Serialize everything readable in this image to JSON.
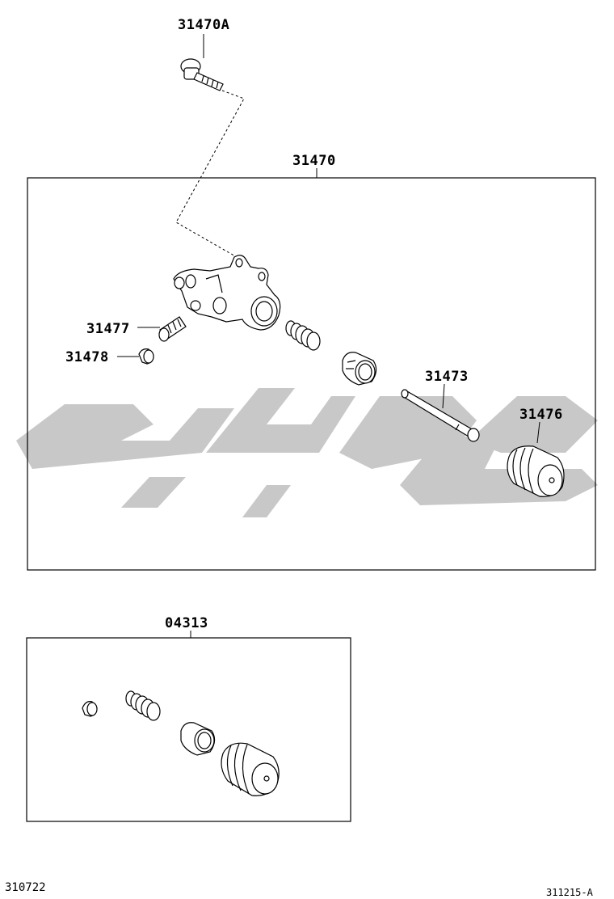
{
  "diagram": {
    "labels": {
      "bleeder_bolt": "31470A",
      "cylinder_assy": "31470",
      "bleeder_plug": "31477",
      "bleeder_cap": "31478",
      "push_rod": "31473",
      "boot": "31476",
      "repair_kit": "04313"
    },
    "footer": {
      "left_code": "310722",
      "right_code": "311215-A"
    },
    "watermark_text": "کوچک یدکی",
    "colors": {
      "line": "#000000",
      "watermark": "#c8c8c8",
      "background": "#ffffff"
    }
  }
}
